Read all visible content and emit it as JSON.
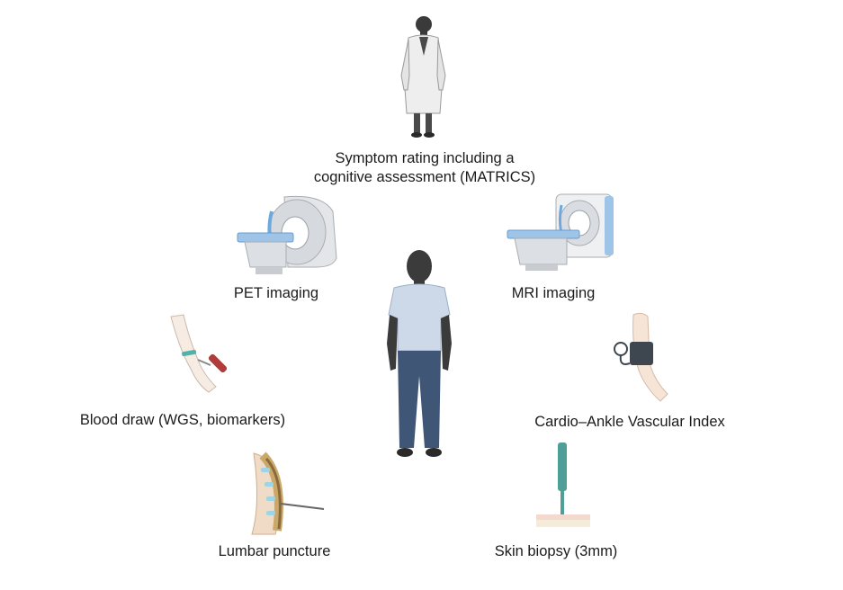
{
  "procedures": {
    "symptom": {
      "line1": "Symptom rating including a",
      "line2": "cognitive assessment (MATRICS)"
    },
    "pet": {
      "label": "PET imaging"
    },
    "mri": {
      "label": "MRI imaging"
    },
    "blood": {
      "label": "Blood draw (WGS, biomarkers)"
    },
    "cavi": {
      "label": "Cardio–Ankle Vascular Index"
    },
    "lumbar": {
      "label": "Lumbar puncture"
    },
    "skin": {
      "label": "Skin biopsy (3mm)"
    }
  },
  "icons": {
    "clinician": "clinician-icon",
    "patient": "patient-icon",
    "pet": "pet-scanner-icon",
    "mri": "mri-scanner-icon",
    "blood": "blood-draw-icon",
    "cavi": "blood-pressure-cuff-icon",
    "lumbar": "spine-needle-icon",
    "skin": "biopsy-punch-icon"
  }
}
